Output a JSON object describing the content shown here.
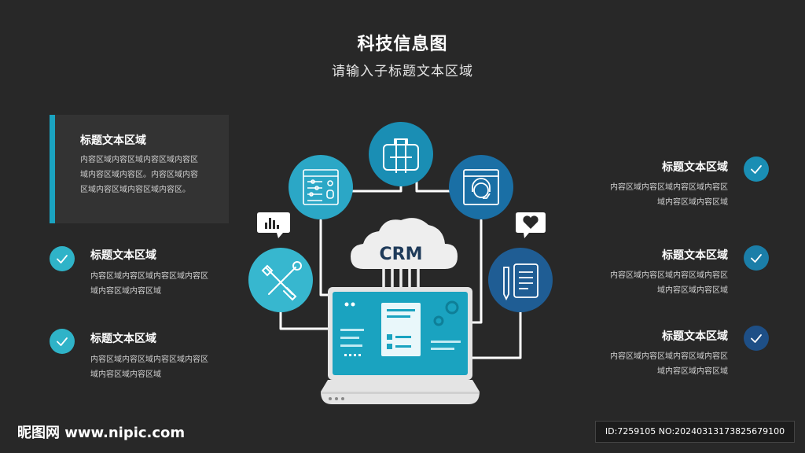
{
  "header": {
    "title": "科技信息图",
    "subtitle": "请输入子标题文本区域"
  },
  "left_items": [
    {
      "title": "标题文本区域",
      "text_lines": [
        "内容区域内容区域内容区域内容区",
        "域内容区域内容区。内容区域内容",
        "区域内容区域内容区域内容区。"
      ]
    },
    {
      "title": "标题文本区域",
      "text_lines": [
        "内容区域内容区域内容区域内容区",
        "域内容区域内容区域"
      ]
    },
    {
      "title": "标题文本区域",
      "text_lines": [
        "内容区域内容区域内容区域内容区",
        "域内容区域内容区域"
      ]
    }
  ],
  "right_items": [
    {
      "title": "标题文本区域",
      "text_lines": [
        "内容区域内容区域内容区域内容区",
        "域内容区域内容区域"
      ]
    },
    {
      "title": "标题文本区域",
      "text_lines": [
        "内容区域内容区域内容区域内容区",
        "域内容区域内容区域"
      ]
    },
    {
      "title": "标题文本区域",
      "text_lines": [
        "内容区域内容区域内容区域内容区",
        "域内容区域内容区域"
      ]
    }
  ],
  "center": {
    "cloud_label": "CRM"
  },
  "icons": {
    "check": "check-icon",
    "nodes": [
      "tools-icon",
      "form-settings-icon",
      "toolbox-icon",
      "support-headset-icon",
      "tablet-pen-icon"
    ],
    "bubbles": [
      "bar-chart-bubble-icon",
      "heart-bubble-icon"
    ]
  },
  "colors": {
    "background": "#282828",
    "accent_teal": "#1aa3c0",
    "check_light": "#2fb3c8",
    "check_mid": "#1b7ea8",
    "check_dark": "#1e4f86",
    "node_light": "#37b7cf",
    "node_mid": "#1a8eb4",
    "node_dark": "#1f5d94"
  },
  "watermark": {
    "logo": "昵图网 www.nipic.com",
    "id_text": "ID:7259105 NO:20240313173825679100"
  }
}
